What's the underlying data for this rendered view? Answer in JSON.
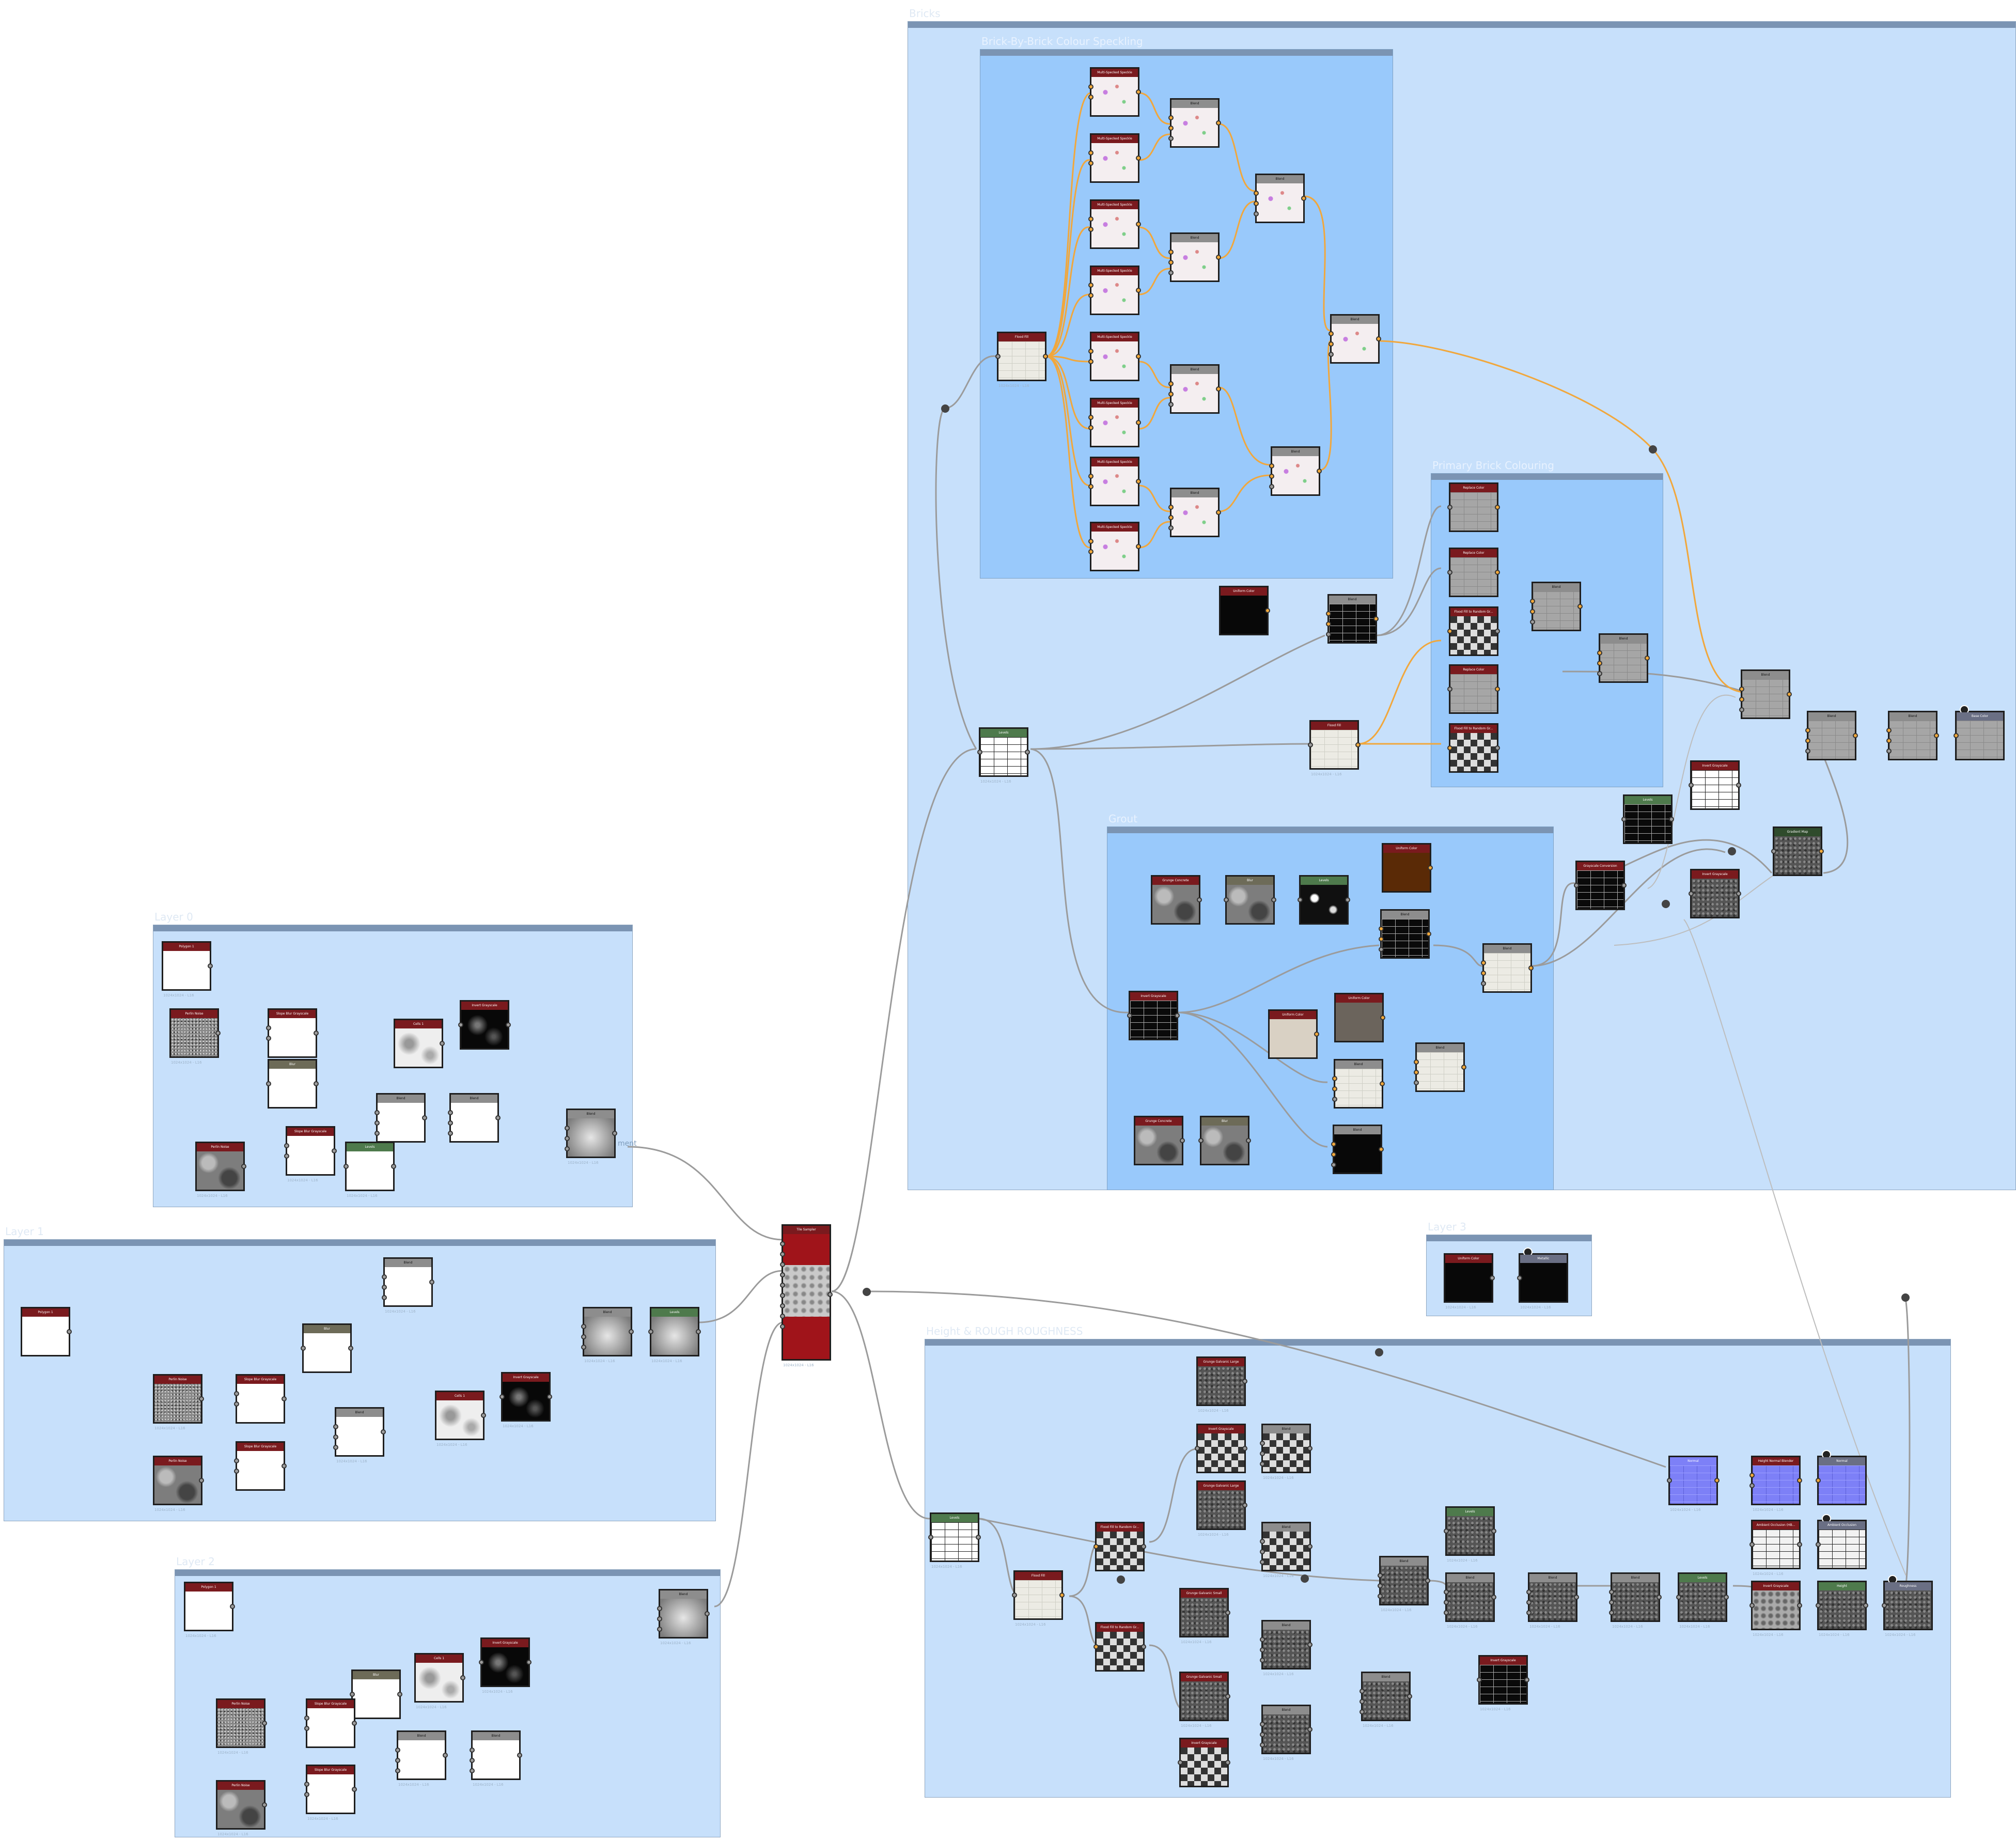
{
  "frames": {
    "bricks": {
      "title": "Bricks"
    },
    "speckling": {
      "title": "Brick-By-Brick Colour Speckling"
    },
    "primary": {
      "title": "Primary Brick Colouring"
    },
    "grout": {
      "title": "Grout"
    },
    "layer0": {
      "title": "Layer 0"
    },
    "layer1": {
      "title": "Layer 1"
    },
    "layer2": {
      "title": "Layer 2"
    },
    "layer3": {
      "title": "Layer 3"
    },
    "height": {
      "title": "Height & ROUGH ROUGHNESS"
    }
  },
  "nodes": {
    "speck": "Multi-Specked Speckle",
    "blend": "Blend",
    "flood_fill": "Flood Fill",
    "flood_random": "Flood Fill to Random Gr...",
    "replace_color": "Replace Color",
    "uniform_color": "Uniform Color",
    "levels": "Levels",
    "invert_gray": "Invert Grayscale",
    "grunge_concrete": "Grunge Concrete",
    "blur": "Blur",
    "grayscale_conv": "Grayscale Conversion",
    "gradient_map": "Gradient Map",
    "base_color": "Base Color",
    "metallic": "Metallic",
    "polygon": "Polygon 1",
    "perlin": "Perlin Noise",
    "slope_blur": "Slope Blur Grayscale",
    "cells": "Cells 1",
    "tile_sampler": "Tile Sampler",
    "grunge_large": "Grunge Galvanic Large",
    "grunge_small": "Grunge Galvanic Small",
    "normal": "Normal",
    "height_normal": "Height Normal Blender",
    "normal_out": "Normal",
    "ao_hbao": "Ambient Occlusion (HB...",
    "ao_out": "Ambient Occlusion",
    "height_out": "Height",
    "roughness": "Roughness"
  },
  "footer": "1024x1024 - L16",
  "comment": "ment"
}
